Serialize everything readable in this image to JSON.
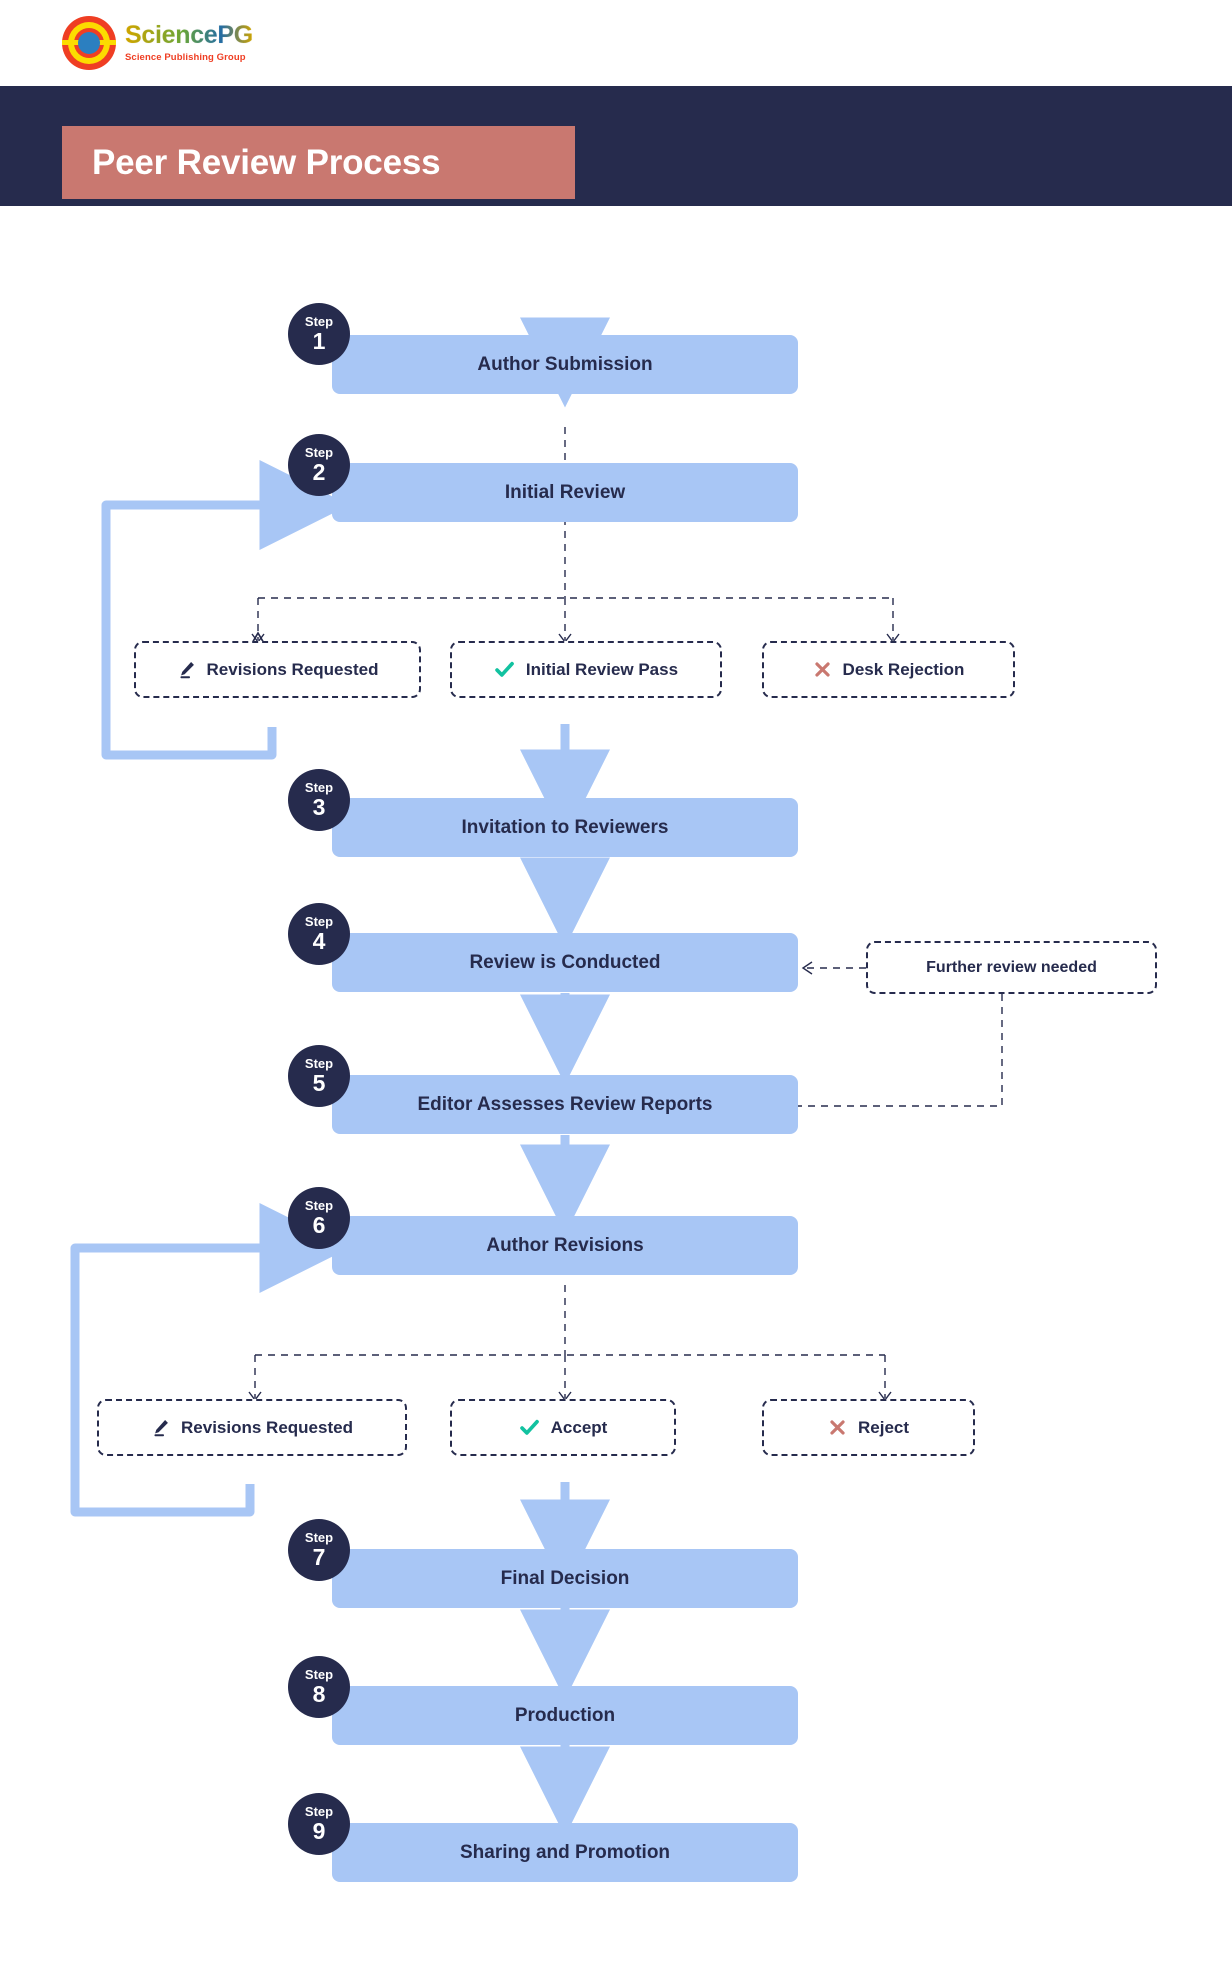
{
  "header": {
    "logo": {
      "brand": "SciencePG",
      "tagline": "Science Publishing Group",
      "mark_name": "sciencepg-logo-icon"
    }
  },
  "banner": {
    "title": "Peer Review Process",
    "bar_color": "#262b4d",
    "title_block_color": "#c97870"
  },
  "colors": {
    "process_box": "#a8c6f5",
    "step_circle": "#262b4d",
    "text_dark": "#262b4d",
    "accent_check": "#12c2a0",
    "accent_reject": "#c97870",
    "arrow_blue": "#a8c6f5",
    "dashed_line": "#262b4d"
  },
  "flow": {
    "steps": [
      {
        "num": "1",
        "label": "Step",
        "title": "Author Submission"
      },
      {
        "num": "2",
        "label": "Step",
        "title": "Initial Review"
      },
      {
        "num": "3",
        "label": "Step",
        "title": "Invitation to Reviewers"
      },
      {
        "num": "4",
        "label": "Step",
        "title": "Review is Conducted"
      },
      {
        "num": "5",
        "label": "Step",
        "title": "Editor Assesses Review Reports"
      },
      {
        "num": "6",
        "label": "Step",
        "title": "Author Revisions"
      },
      {
        "num": "7",
        "label": "Step",
        "title": "Final Decision"
      },
      {
        "num": "8",
        "label": "Step",
        "title": "Production"
      },
      {
        "num": "9",
        "label": "Step",
        "title": "Sharing and Promotion"
      }
    ],
    "decisions_initial": [
      {
        "text": "Revisions Requested",
        "icon": "pencil-icon"
      },
      {
        "text": "Initial Review Pass",
        "icon": "check-icon"
      },
      {
        "text": "Desk Rejection",
        "icon": "cross-icon"
      }
    ],
    "decisions_final": [
      {
        "text": "Revisions Requested",
        "icon": "pencil-icon"
      },
      {
        "text": "Accept",
        "icon": "check-icon"
      },
      {
        "text": "Reject",
        "icon": "cross-icon"
      }
    ],
    "notes": [
      {
        "text": "Further review needed"
      }
    ]
  }
}
